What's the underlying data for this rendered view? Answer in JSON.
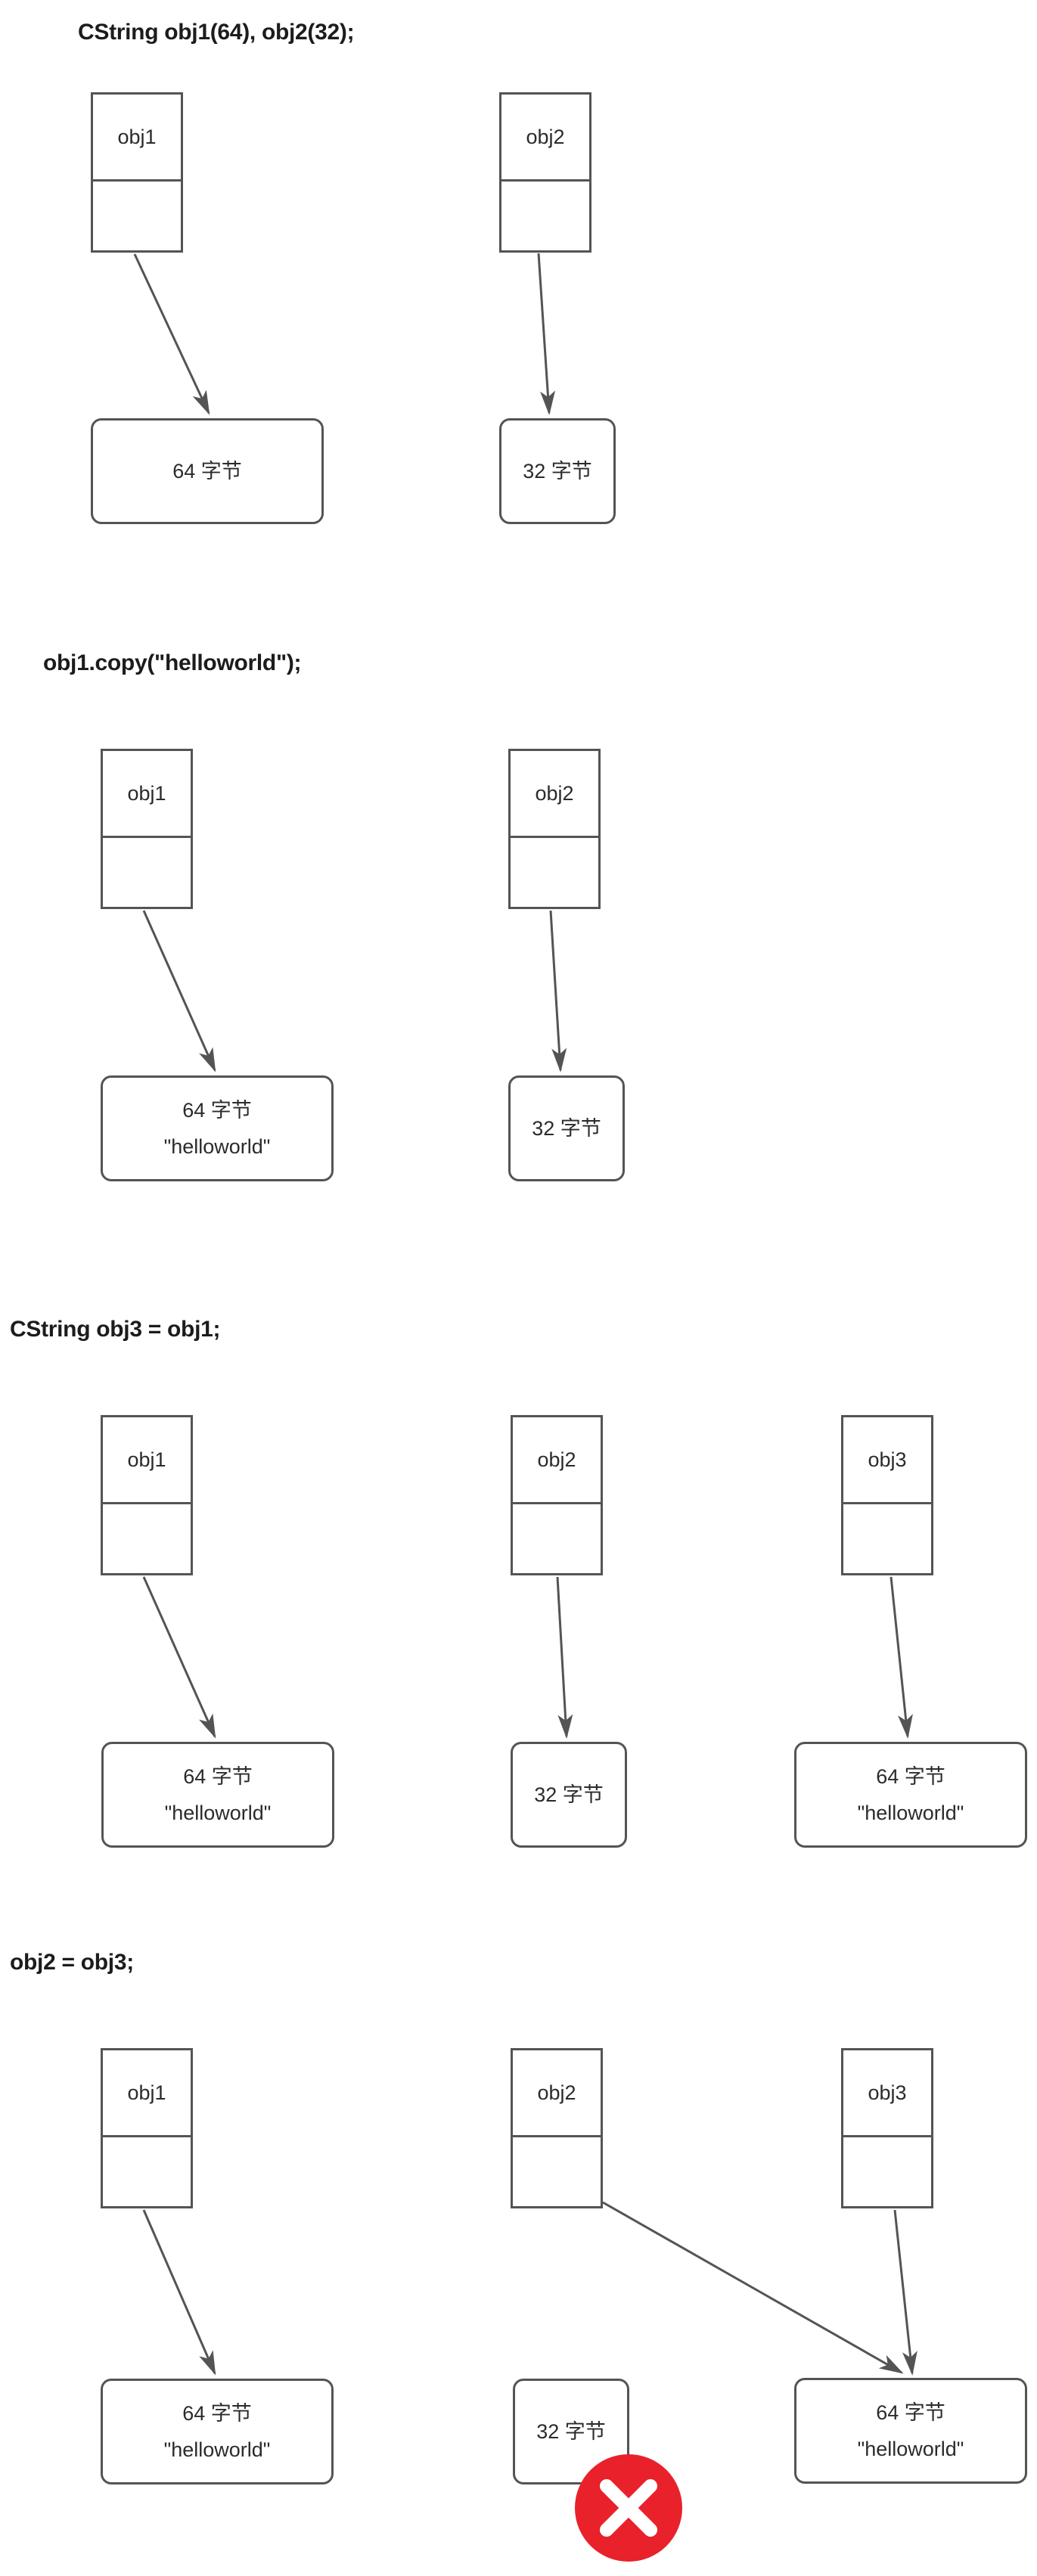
{
  "colors": {
    "stroke": "#545454",
    "title_text": "#1c1c1e",
    "label_text": "#2b2b2b",
    "error_red": "#e8212b",
    "error_x": "#ffffff",
    "background": "#ffffff"
  },
  "sections": [
    {
      "title": "CString obj1(64), obj2(32);",
      "objects": [
        {
          "label": "obj1"
        },
        {
          "label": "obj2"
        }
      ],
      "memories": [
        {
          "lines": [
            "64 字节"
          ]
        },
        {
          "lines": [
            "32 字节"
          ]
        }
      ]
    },
    {
      "title": "obj1.copy(\"helloworld\");",
      "objects": [
        {
          "label": "obj1"
        },
        {
          "label": "obj2"
        }
      ],
      "memories": [
        {
          "lines": [
            "64 字节",
            "\"helloworld\""
          ]
        },
        {
          "lines": [
            "32 字节"
          ]
        }
      ]
    },
    {
      "title": "CString obj3 = obj1;",
      "objects": [
        {
          "label": "obj1"
        },
        {
          "label": "obj2"
        },
        {
          "label": "obj3"
        }
      ],
      "memories": [
        {
          "lines": [
            "64 字节",
            "\"helloworld\""
          ]
        },
        {
          "lines": [
            "32 字节"
          ]
        },
        {
          "lines": [
            "64 字节",
            "\"helloworld\""
          ]
        }
      ]
    },
    {
      "title": "obj2 = obj3;",
      "objects": [
        {
          "label": "obj1"
        },
        {
          "label": "obj2"
        },
        {
          "label": "obj3"
        }
      ],
      "memories": [
        {
          "lines": [
            "64 字节",
            "\"helloworld\""
          ]
        },
        {
          "lines": [
            "32 字节"
          ]
        },
        {
          "lines": [
            "64 字节",
            "\"helloworld\""
          ]
        }
      ],
      "error_marker": {
        "icon": "x-mark",
        "meaning": "freed-memory"
      }
    }
  ]
}
